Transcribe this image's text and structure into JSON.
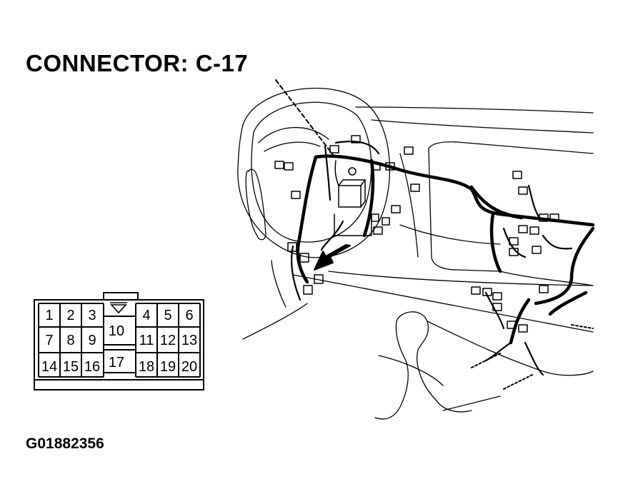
{
  "title": "CONNECTOR: C-17",
  "figure_id": "G01882356",
  "connector": {
    "pins": [
      {
        "id": "1",
        "label": "1"
      },
      {
        "id": "2",
        "label": "2"
      },
      {
        "id": "3",
        "label": "3"
      },
      {
        "id": "4",
        "label": "4"
      },
      {
        "id": "5",
        "label": "5"
      },
      {
        "id": "6",
        "label": "6"
      },
      {
        "id": "7",
        "label": "7"
      },
      {
        "id": "8",
        "label": "8"
      },
      {
        "id": "9",
        "label": "9"
      },
      {
        "id": "10",
        "label": "10"
      },
      {
        "id": "11",
        "label": "11"
      },
      {
        "id": "12",
        "label": "12"
      },
      {
        "id": "13",
        "label": "13"
      },
      {
        "id": "14",
        "label": "14"
      },
      {
        "id": "15",
        "label": "15"
      },
      {
        "id": "16",
        "label": "16"
      },
      {
        "id": "17",
        "label": "17"
      },
      {
        "id": "18",
        "label": "18"
      },
      {
        "id": "19",
        "label": "19"
      },
      {
        "id": "20",
        "label": "20"
      }
    ]
  },
  "colors": {
    "line": "#000000",
    "background": "#ffffff"
  }
}
